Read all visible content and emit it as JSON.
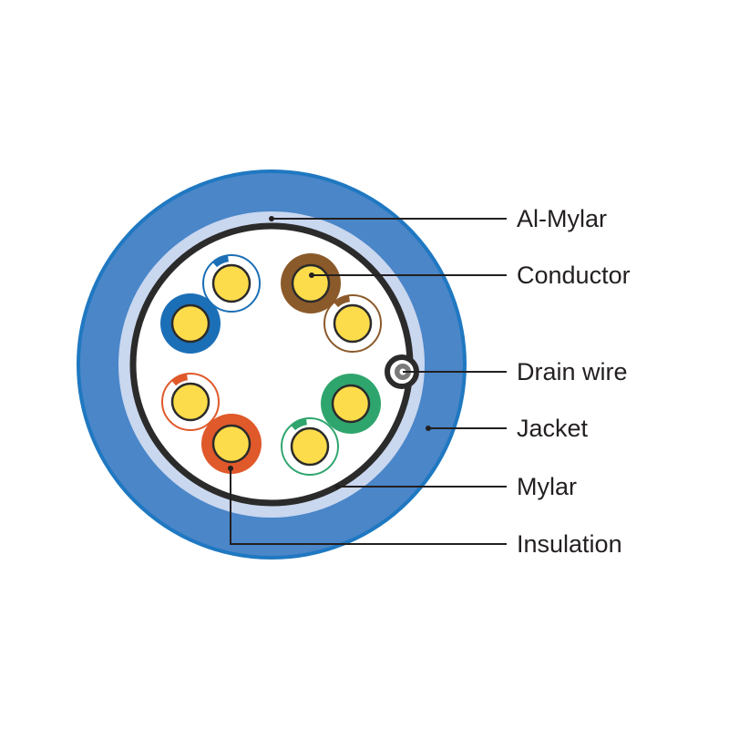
{
  "colors": {
    "jacket": "#4a86c8",
    "jacket_edge": "#1f78c1",
    "mylar": "#c9d7ef",
    "shield": "#2b2b2b",
    "core": "#ffffff",
    "conductor": "#fddc4b",
    "conductor_edge": "#2b2b2b",
    "drain": "#7a7a7a",
    "text": "#231f20"
  },
  "conductor_pairs": [
    {
      "name": "blue-solid",
      "color": "#1b6fb7",
      "striped": false
    },
    {
      "name": "blue-stripe",
      "color": "#1b6fb7",
      "striped": true
    },
    {
      "name": "brown-solid",
      "color": "#8b5a2b",
      "striped": false
    },
    {
      "name": "brown-stripe",
      "color": "#8b5a2b",
      "striped": true
    },
    {
      "name": "orange-stripe",
      "color": "#e0592a",
      "striped": true
    },
    {
      "name": "orange-solid",
      "color": "#e0592a",
      "striped": false
    },
    {
      "name": "green-solid",
      "color": "#2fa56e",
      "striped": false
    },
    {
      "name": "green-stripe",
      "color": "#2fa56e",
      "striped": true
    }
  ],
  "labels": {
    "al_mylar": "Al-Mylar",
    "conductor": "Conductor",
    "drain_wire": "Drain wire",
    "jacket": "Jacket",
    "mylar": "Mylar",
    "insulation": "Insulation"
  }
}
